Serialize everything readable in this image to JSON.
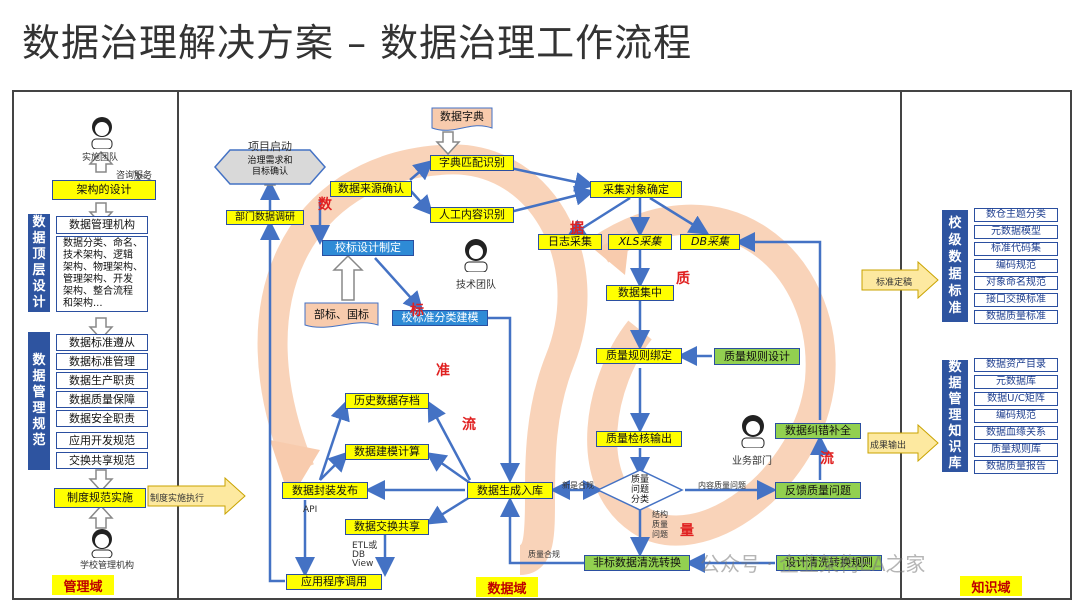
{
  "title": "数据治理解决方案 – 数据治理工作流程",
  "watermark": "公众号 · 企业架构EA之家",
  "colors": {
    "frame": "#444444",
    "band": "#2e54a0",
    "yellow": "#ffff00",
    "green": "#92d050",
    "orange": "#f4b183",
    "arrow": "#4472c4",
    "red": "#e02020"
  },
  "left": {
    "team_label": "实施团队",
    "consult_label": "咨询服务",
    "arch_design": "架构的设计",
    "top_design": "数据顶层设计",
    "org": "数据管理机构",
    "org_desc": [
      "数据分类、命名、",
      "技术架构、逻辑",
      "架构、物理架构、",
      "管理架构、开发",
      "架构、整合流程",
      "和架构..."
    ],
    "mgmt_spec": "数据管理规范",
    "rules": [
      "数据标准遵从",
      "数据标准管理",
      "数据生产职责",
      "数据质量保障",
      "数据安全职责",
      "应用开发规范",
      "交换共享规范"
    ],
    "impl": "制度规范实施",
    "impl_arrow": "制度实施执行",
    "school_org": "学校管理机构",
    "domain": "管理域"
  },
  "middle": {
    "project_start": "项目启动",
    "hex": [
      "治理需求和",
      "目标确认"
    ],
    "survey": "部门数据调研",
    "data_dict": "数据字典",
    "dict_match": "字典匹配识别",
    "src_confirm": "数据来源确认",
    "manual_id": "人工内容识别",
    "tech_team": "技术团队",
    "std_design": "校标设计制定",
    "dept_std": [
      "部标、国标"
    ],
    "std_model": "校标准分类建模",
    "collect_confirm": "采集对象确定",
    "log_collect": "日志采集",
    "xls_collect": "XLS采集",
    "db_collect": "DB采集",
    "data_concentrate": "数据集中",
    "qr_bind": "质量规则绑定",
    "qr_design": "质量规则设计",
    "qc_output": "质量检核输出",
    "hist_archive": "历史数据存档",
    "modeling": "数据建模计算",
    "pack_publish": "数据封装发布",
    "exchange": "数据交换共享",
    "app_call": "应用程序调用",
    "gen_store": "数据生成入库",
    "decision": [
      "质量",
      "问题",
      "分类"
    ],
    "feedback": "反馈质量问题",
    "biz_dept": "业务部门",
    "error_fix": "数据纠错补全",
    "non_struct": "非标数据清洗转换",
    "design_rules": "设计清洗转换规则",
    "labels": {
      "api": "API",
      "etl": [
        "ETL或",
        "DB",
        "View"
      ],
      "new_ok": "新是合规",
      "content_issue": "内容质量问题",
      "struct_issue": [
        "结构",
        "质量",
        "问题"
      ],
      "quality_ok": "质量合规"
    },
    "flow_chars": [
      "数",
      "据",
      "标",
      "准",
      "流",
      "质",
      "量",
      "流"
    ],
    "domain": "数据域"
  },
  "right": {
    "std_arrow": "标准定稿",
    "school_std": "校级数据标准",
    "std_items": [
      "数仓主题分类",
      "元数据模型",
      "标准代码集",
      "编码规范",
      "对象命名规范",
      "接口交换标准",
      "数据质量标准"
    ],
    "result_arrow": "成果输出",
    "knowledge": "数据管理知识库",
    "kb_items": [
      "数据资产目录",
      "元数据库",
      "数据U/C矩阵",
      "编码规范",
      "数据血缘关系",
      "质量规则库",
      "数据质量报告"
    ],
    "domain": "知识域"
  }
}
